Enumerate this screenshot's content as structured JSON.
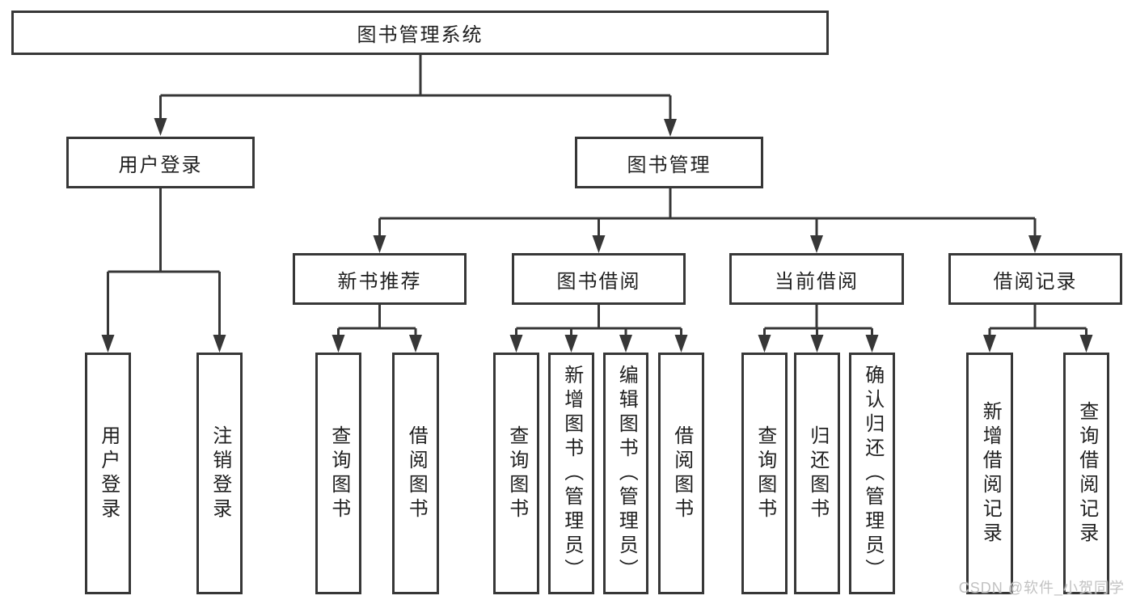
{
  "diagram_type": "tree",
  "hierarchy": {
    "label": "图书管理系统",
    "children": [
      {
        "label": "用户登录",
        "children": [
          {
            "label": "用户登录"
          },
          {
            "label": "注销登录"
          }
        ]
      },
      {
        "label": "图书管理",
        "children": [
          {
            "label": "新书推荐",
            "children": [
              {
                "label": "查询图书"
              },
              {
                "label": "借阅图书"
              }
            ]
          },
          {
            "label": "图书借阅",
            "children": [
              {
                "label": "查询图书"
              },
              {
                "label": "新增图书（管理员）"
              },
              {
                "label": "编辑图书（管理员）"
              },
              {
                "label": "借阅图书"
              }
            ]
          },
          {
            "label": "当前借阅",
            "children": [
              {
                "label": "查询图书"
              },
              {
                "label": "归还图书"
              },
              {
                "label": "确认归还（管理员）"
              }
            ]
          },
          {
            "label": "借阅记录",
            "children": [
              {
                "label": "新增借阅记录"
              },
              {
                "label": "查询借阅记录"
              }
            ]
          }
        ]
      }
    ]
  },
  "watermark": "CSDN @软件_小贺同学",
  "colors": {
    "line": "#373737",
    "text": "#1f1f1f",
    "box_fill": "#ffffff",
    "background": "#ffffff",
    "watermark": "#c2c2c2"
  }
}
